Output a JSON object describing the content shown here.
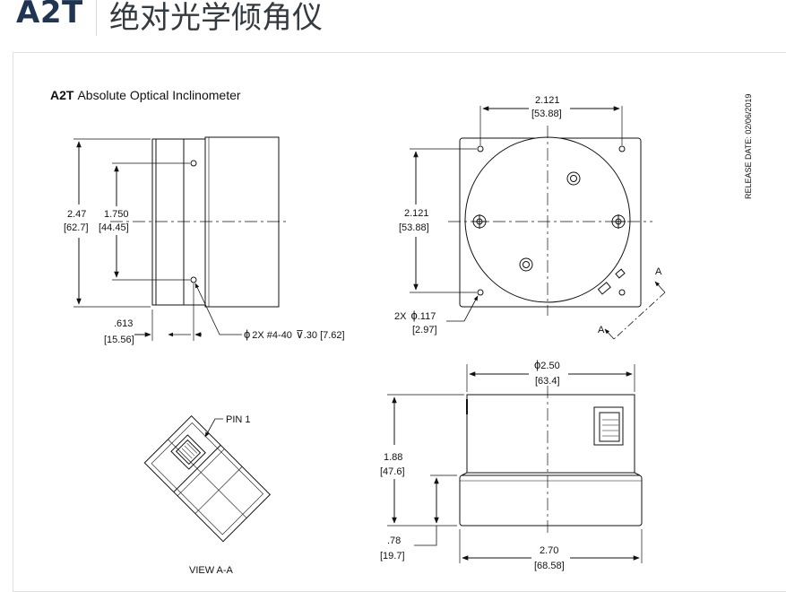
{
  "header": {
    "model": "A2T",
    "title_cn": "绝对光学倾角仪"
  },
  "drawing": {
    "title_bold": "A2T",
    "title_rest": "Absolute Optical Inclinometer",
    "release_date": "RELEASE DATE: 02/06/2019",
    "side": {
      "height_in": "2.47",
      "height_mm": "[62.7]",
      "hole_in": "1.750",
      "hole_mm": "[44.45]",
      "depth_in": ".613",
      "depth_mm": "[15.56]",
      "hole_note": "2X #4-40",
      "hole_depth": ".30 [7.62]"
    },
    "front": {
      "width_in": "2.121",
      "width_mm": "[53.88]",
      "height_in": "2.121",
      "height_mm": "[53.88]",
      "hole_in": "2X",
      "hole_dia": ".117",
      "hole_mm": "[2.97]",
      "section_a1": "A",
      "section_a2": "A"
    },
    "bottom": {
      "dia_in": "2.50",
      "dia_mm": "[63.4]",
      "height_in": "1.88",
      "height_mm": "[47.6]",
      "base_in": ".78",
      "base_mm": "[19.7]",
      "width_in": "2.70",
      "width_mm": "[68.58]"
    },
    "view": {
      "pin_label": "PIN 1",
      "caption": "VIEW A-A"
    },
    "symbols": {
      "diameter": "ϕ",
      "depth": "⊽"
    }
  }
}
